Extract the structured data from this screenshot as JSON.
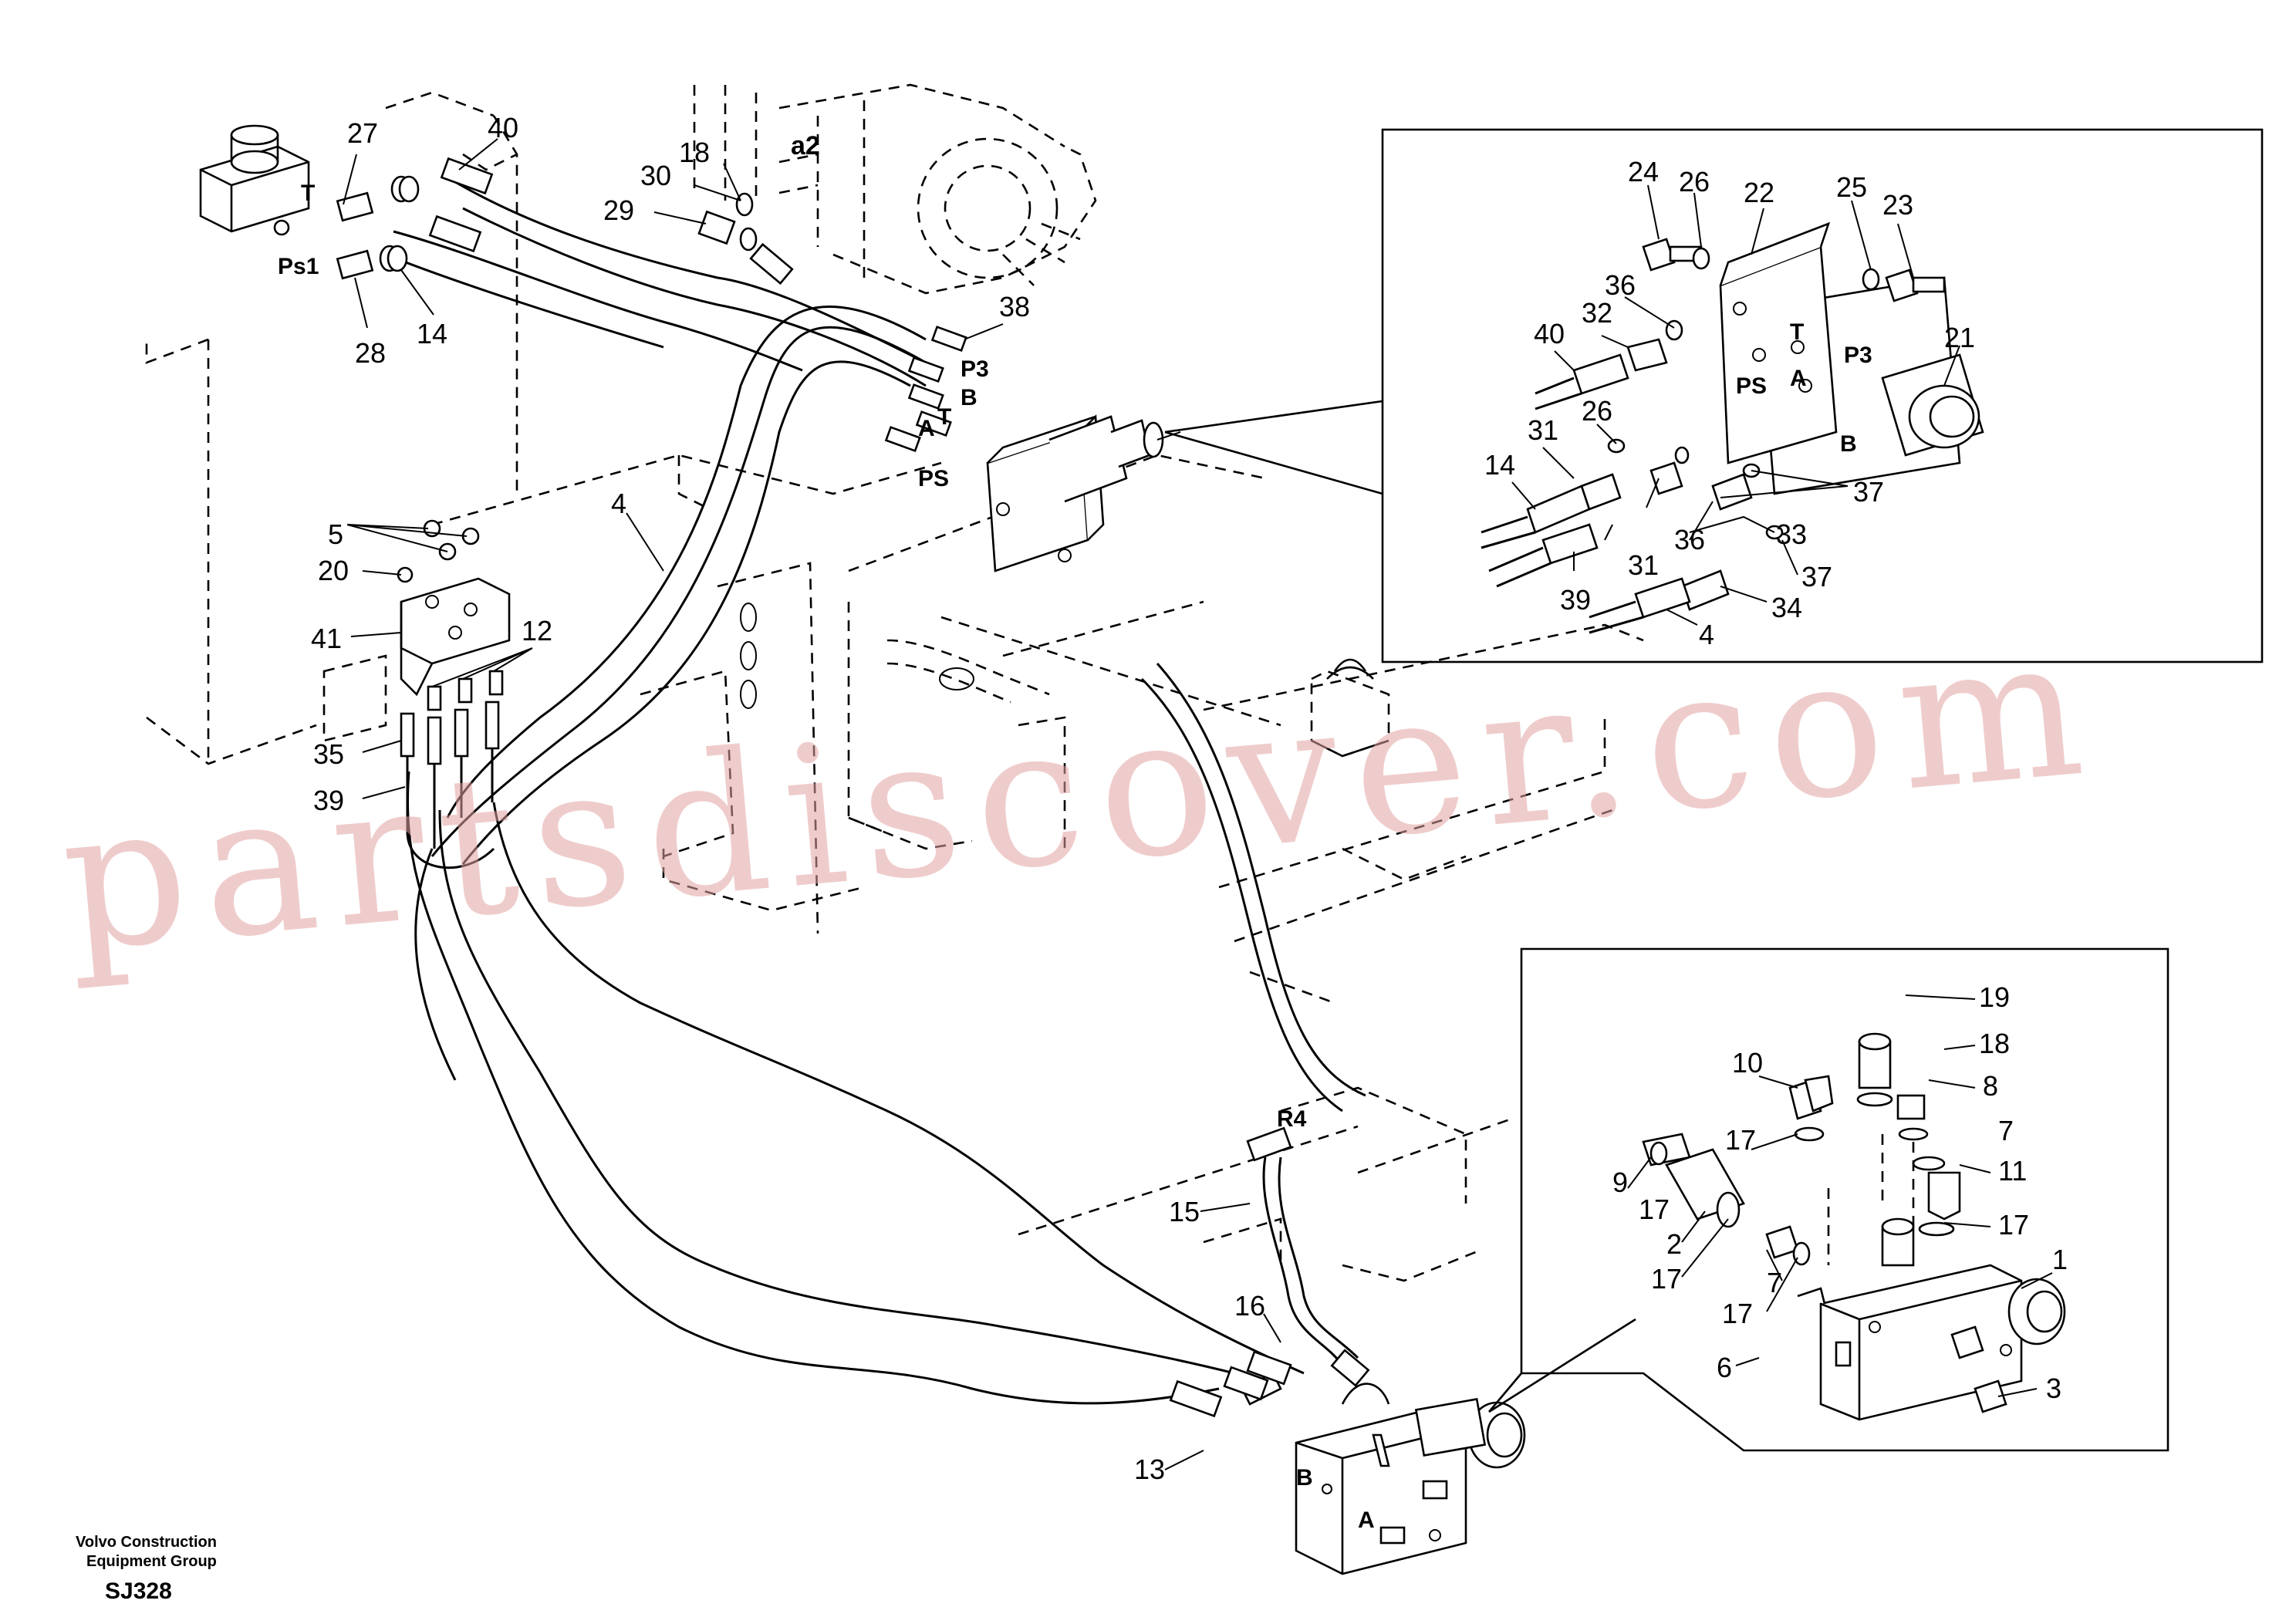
{
  "footer": {
    "company_line1": "Volvo Construction",
    "company_line2": "Equipment Group",
    "code": "SJ328"
  },
  "watermark": "partsdiscover.com",
  "ports": {
    "t_left": "T",
    "ps1": "Ps1",
    "a2": "a2",
    "p3": "P3",
    "b": "B",
    "t": "T",
    "a": "A",
    "ps": "PS",
    "detail_t": "T",
    "detail_p3": "P3",
    "detail_ps": "PS",
    "detail_a": "A",
    "detail_b": "B",
    "r4": "R4",
    "bottom_b": "B",
    "bottom_a": "A"
  },
  "callouts": {
    "c27": "27",
    "c40": "40",
    "c18_top": "18",
    "c30": "30",
    "c29": "29",
    "c28": "28",
    "c14": "14",
    "c38": "38",
    "c5": "5",
    "c20": "20",
    "c4": "4",
    "c41": "41",
    "c12": "12",
    "c35": "35",
    "c39": "39",
    "d24": "24",
    "d26": "26",
    "d22": "22",
    "d25": "25",
    "d23": "23",
    "d36": "36",
    "d32": "32",
    "d40": "40",
    "d21": "21",
    "d26b": "26",
    "d31": "31",
    "d14": "14",
    "d37": "37",
    "d36b": "36",
    "d33": "33",
    "d31b": "31",
    "d39": "39",
    "d37b": "37",
    "d34": "34",
    "d4": "4",
    "c15": "15",
    "c16": "16",
    "c13": "13",
    "e19": "19",
    "e18": "18",
    "e10": "10",
    "e8": "8",
    "e17a": "17",
    "e7a": "7",
    "e9": "9",
    "e11": "11",
    "e17b": "17",
    "e2": "2",
    "e17c": "17",
    "e17d": "17",
    "e7b": "7",
    "e17e": "17",
    "e1": "1",
    "e6": "6",
    "e3": "3"
  }
}
